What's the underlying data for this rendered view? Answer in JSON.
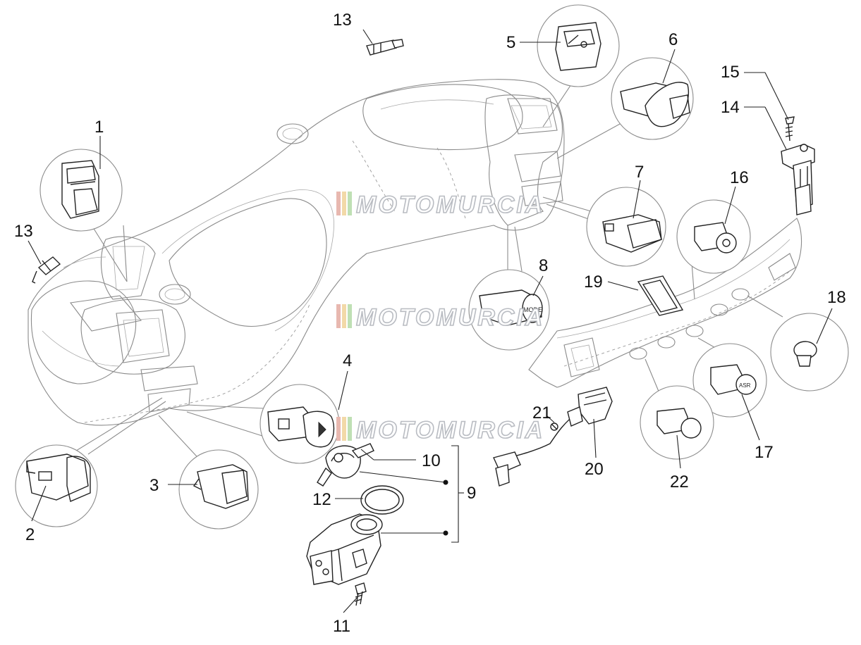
{
  "watermark": {
    "brand": "MOTOMURCIA",
    "stripe_colors": [
      "#e8b8b0",
      "#f2d9a8",
      "#bfe0b4"
    ]
  },
  "callouts": [
    {
      "id": "1",
      "label": "1"
    },
    {
      "id": "2",
      "label": "2"
    },
    {
      "id": "3",
      "label": "3"
    },
    {
      "id": "4",
      "label": "4"
    },
    {
      "id": "5",
      "label": "5"
    },
    {
      "id": "6",
      "label": "6"
    },
    {
      "id": "7",
      "label": "7"
    },
    {
      "id": "8",
      "label": "8"
    },
    {
      "id": "9",
      "label": "9"
    },
    {
      "id": "10",
      "label": "10"
    },
    {
      "id": "11",
      "label": "11"
    },
    {
      "id": "12",
      "label": "12"
    },
    {
      "id": "13a",
      "label": "13"
    },
    {
      "id": "13b",
      "label": "13"
    },
    {
      "id": "14",
      "label": "14"
    },
    {
      "id": "15",
      "label": "15"
    },
    {
      "id": "16",
      "label": "16"
    },
    {
      "id": "17",
      "label": "17"
    },
    {
      "id": "18",
      "label": "18"
    },
    {
      "id": "19",
      "label": "19"
    },
    {
      "id": "20",
      "label": "20"
    },
    {
      "id": "21",
      "label": "21"
    },
    {
      "id": "22",
      "label": "22"
    }
  ],
  "switch_markings": {
    "mode_button": "MODE",
    "asr_button": "ASR"
  }
}
